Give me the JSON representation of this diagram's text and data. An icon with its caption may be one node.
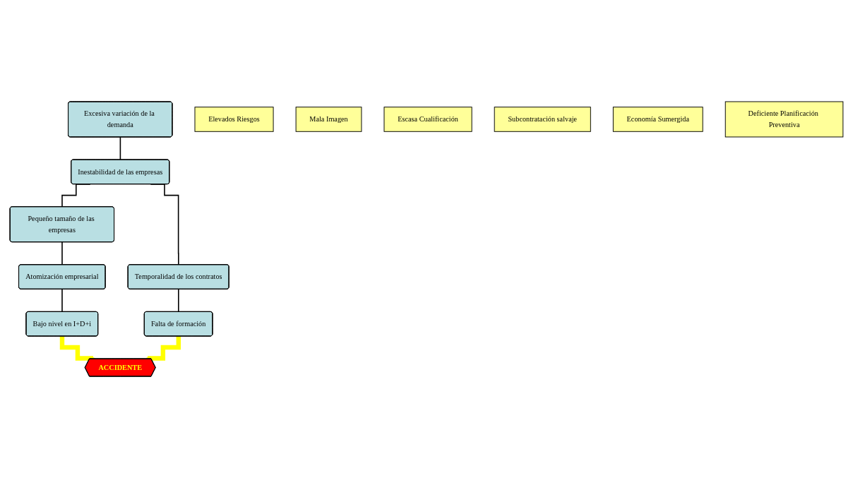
{
  "diagram": {
    "nodes": [
      {
        "text": [
          "Excesiva variación de la demanda"
        ]
      },
      {
        "text": [
          "Inestabilidad de las empresas"
        ]
      },
      {
        "text": [
          "Pequeño tamaño de las empresas"
        ]
      },
      {
        "text": [
          "Temporalidad de los contratos"
        ]
      },
      {
        "text": [
          "Atomización empresarial"
        ]
      },
      {
        "text": [
          "Falta de formación"
        ]
      },
      {
        "text": [
          "Bajo nivel en I+D+i"
        ]
      },
      {
        "text": [
          "Elevados Riesgos"
        ]
      },
      {
        "text": [
          "Mala Imagen"
        ]
      },
      {
        "text": [
          "Escasa Cualificación"
        ]
      },
      {
        "text": [
          "Subcontratación salvaje"
        ]
      },
      {
        "text": [
          "Economía Sumergida"
        ]
      },
      {
        "text": [
          "Deficiente Planificación Preventiva"
        ]
      },
      {
        "text": [
          "ACCIDENTE"
        ]
      }
    ],
    "edges": [
      {
        "from": 0,
        "to": 1,
        "arrow": "none"
      },
      {
        "from": 1,
        "to": 2,
        "arrow": "none"
      },
      {
        "from": 1,
        "to": 3,
        "arrow": "none"
      },
      {
        "from": 2,
        "to": 4,
        "arrow": "none"
      },
      {
        "from": 3,
        "to": 5,
        "arrow": "none"
      },
      {
        "from": 4,
        "to": 6,
        "arrow": "none"
      },
      {
        "from": 6,
        "to": 13,
        "arrow": "to",
        "style": "thick",
        "color": "#ffff00"
      },
      {
        "from": 5,
        "to": 13,
        "arrow": "to",
        "style": "thick",
        "color": "#ffff00"
      }
    ]
  }
}
